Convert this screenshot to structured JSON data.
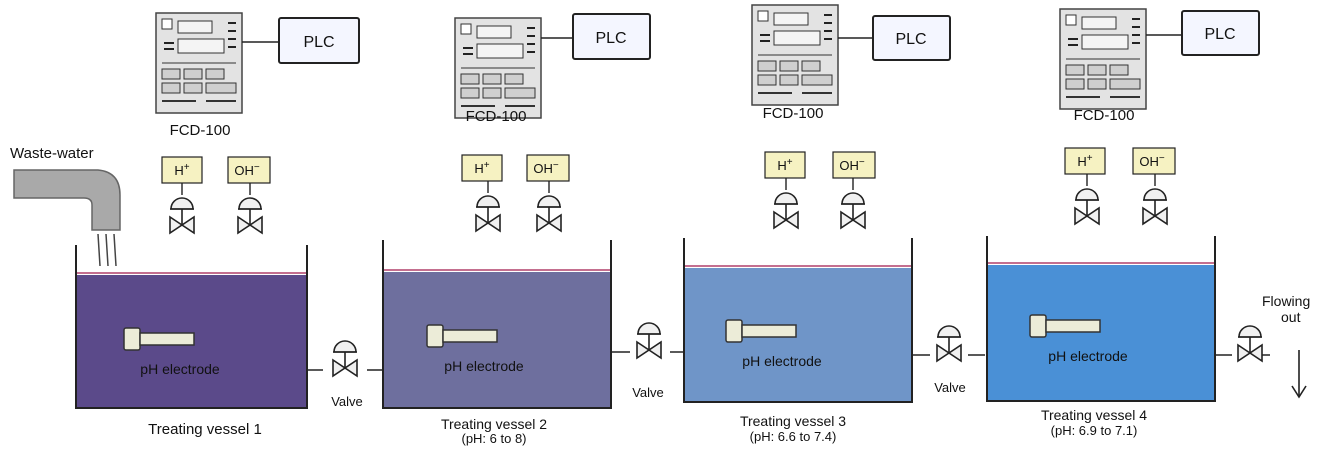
{
  "colors": {
    "vessel1": "#5b4a8a",
    "vessel2": "#6e6f9e",
    "vessel3": "#6f95c8",
    "vessel4": "#4a90d6",
    "chemical_box": "#f6f2c2",
    "pipe_gray": "#a9a9a9"
  },
  "inlet": {
    "label": "Waste-water",
    "icon": "pipe-inlet-icon"
  },
  "outlet": {
    "label_line1": "Flowing",
    "label_line2": "out",
    "icon": "down-arrow-icon"
  },
  "units": [
    {
      "controller": "FCD-100",
      "plc": "PLC",
      "acid": "H",
      "base": "OH",
      "electrode": "pH electrode",
      "vessel_title": "Treating vessel 1",
      "vessel_range": ""
    },
    {
      "controller": "FCD-100",
      "plc": "PLC",
      "acid": "H",
      "base": "OH",
      "electrode": "pH electrode",
      "vessel_title": "Treating vessel 2",
      "vessel_range": "(pH: 6 to 8)"
    },
    {
      "controller": "FCD-100",
      "plc": "PLC",
      "acid": "H",
      "base": "OH",
      "electrode": "pH electrode",
      "vessel_title": "Treating vessel 3",
      "vessel_range": "(pH: 6.6 to 7.4)"
    },
    {
      "controller": "FCD-100",
      "plc": "PLC",
      "acid": "H",
      "base": "OH",
      "electrode": "pH electrode",
      "vessel_title": "Treating vessel 4",
      "vessel_range": "(pH: 6.9 to 7.1)"
    }
  ],
  "acid_superscript": "+",
  "base_superscript": "−",
  "valves": [
    "Valve",
    "Valve",
    "Valve"
  ]
}
